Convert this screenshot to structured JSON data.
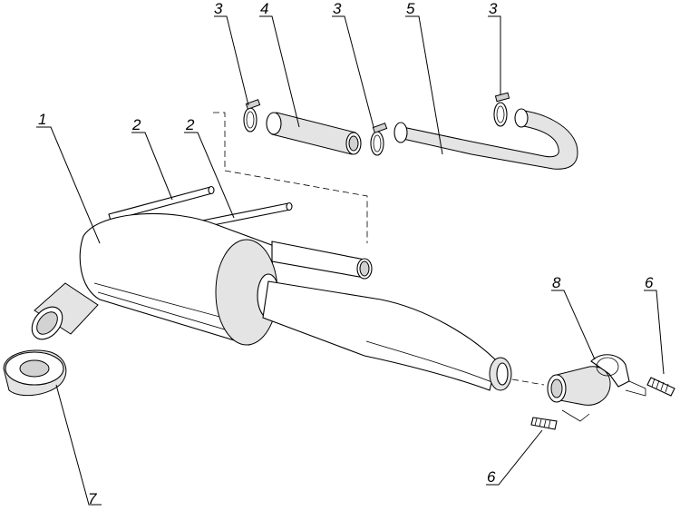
{
  "labels": {
    "muffler": "1",
    "rod_left": "2",
    "rod_right": "2",
    "clamp_a": "3",
    "pipe_straight": "4",
    "clamp_b": "3",
    "pipe_bent": "5",
    "clamp_c": "3",
    "tail_bracket": "8",
    "spring_right": "6",
    "spring_bottom": "6",
    "gasket": "7"
  }
}
